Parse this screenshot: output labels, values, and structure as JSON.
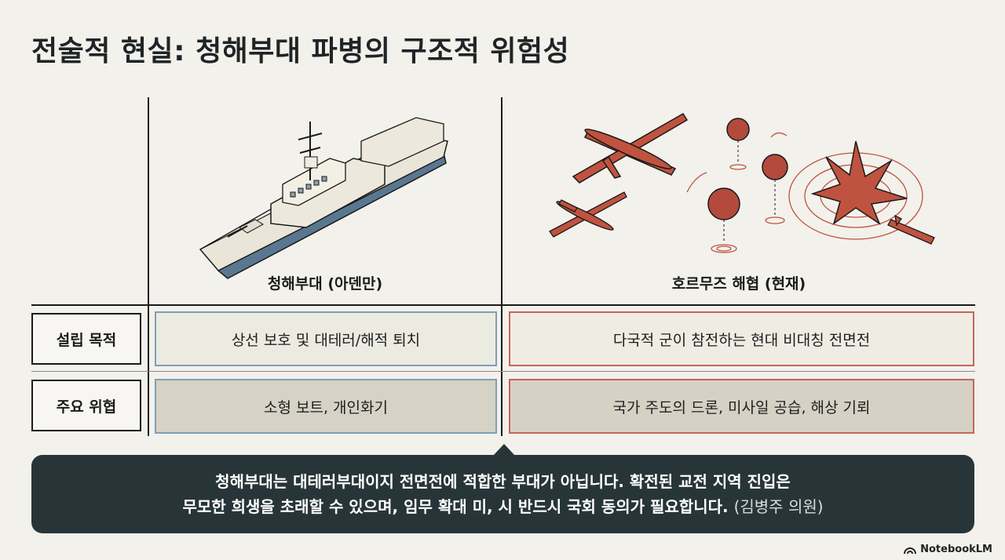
{
  "title": "전술적 현실: 청해부대 파병의 구조적 위험성",
  "columns": [
    {
      "label": "청해부대 (아덴만)"
    },
    {
      "label": "호르무즈 해협 (현재)"
    }
  ],
  "rows": [
    {
      "label": "설립 목적",
      "left": "상선 보호 및 대테러/해적 퇴치",
      "right": "다국적 군이 참전하는 현대 비대칭 전면전"
    },
    {
      "label": "주요 위협",
      "left": "소형 보트, 개인화기",
      "right": "국가 주도의 드론, 미사일 공습, 해상 기뢰"
    }
  ],
  "quote": {
    "line1": "청해부대는 대테러부대이지 전면전에 적합한 부대가 아닙니다. 확전된 교전 지역 진입은",
    "line2": "무모한 희생을 초래할 수 있으며, 임무 확대 미, 시 반드시 국회 동의가 필요합니다.",
    "attribution": "(김병주 의원)"
  },
  "brand": "NotebookLM",
  "colors": {
    "accent_red": "#c0533f",
    "accent_blue": "#7f9eb6",
    "dark_panel": "#283538",
    "background": "#f2f1ec"
  },
  "icons": [
    "warship-illustration",
    "drone-icon",
    "naval-mine-icon",
    "explosion-icon",
    "missile-icon",
    "notebooklm-logo-icon"
  ]
}
